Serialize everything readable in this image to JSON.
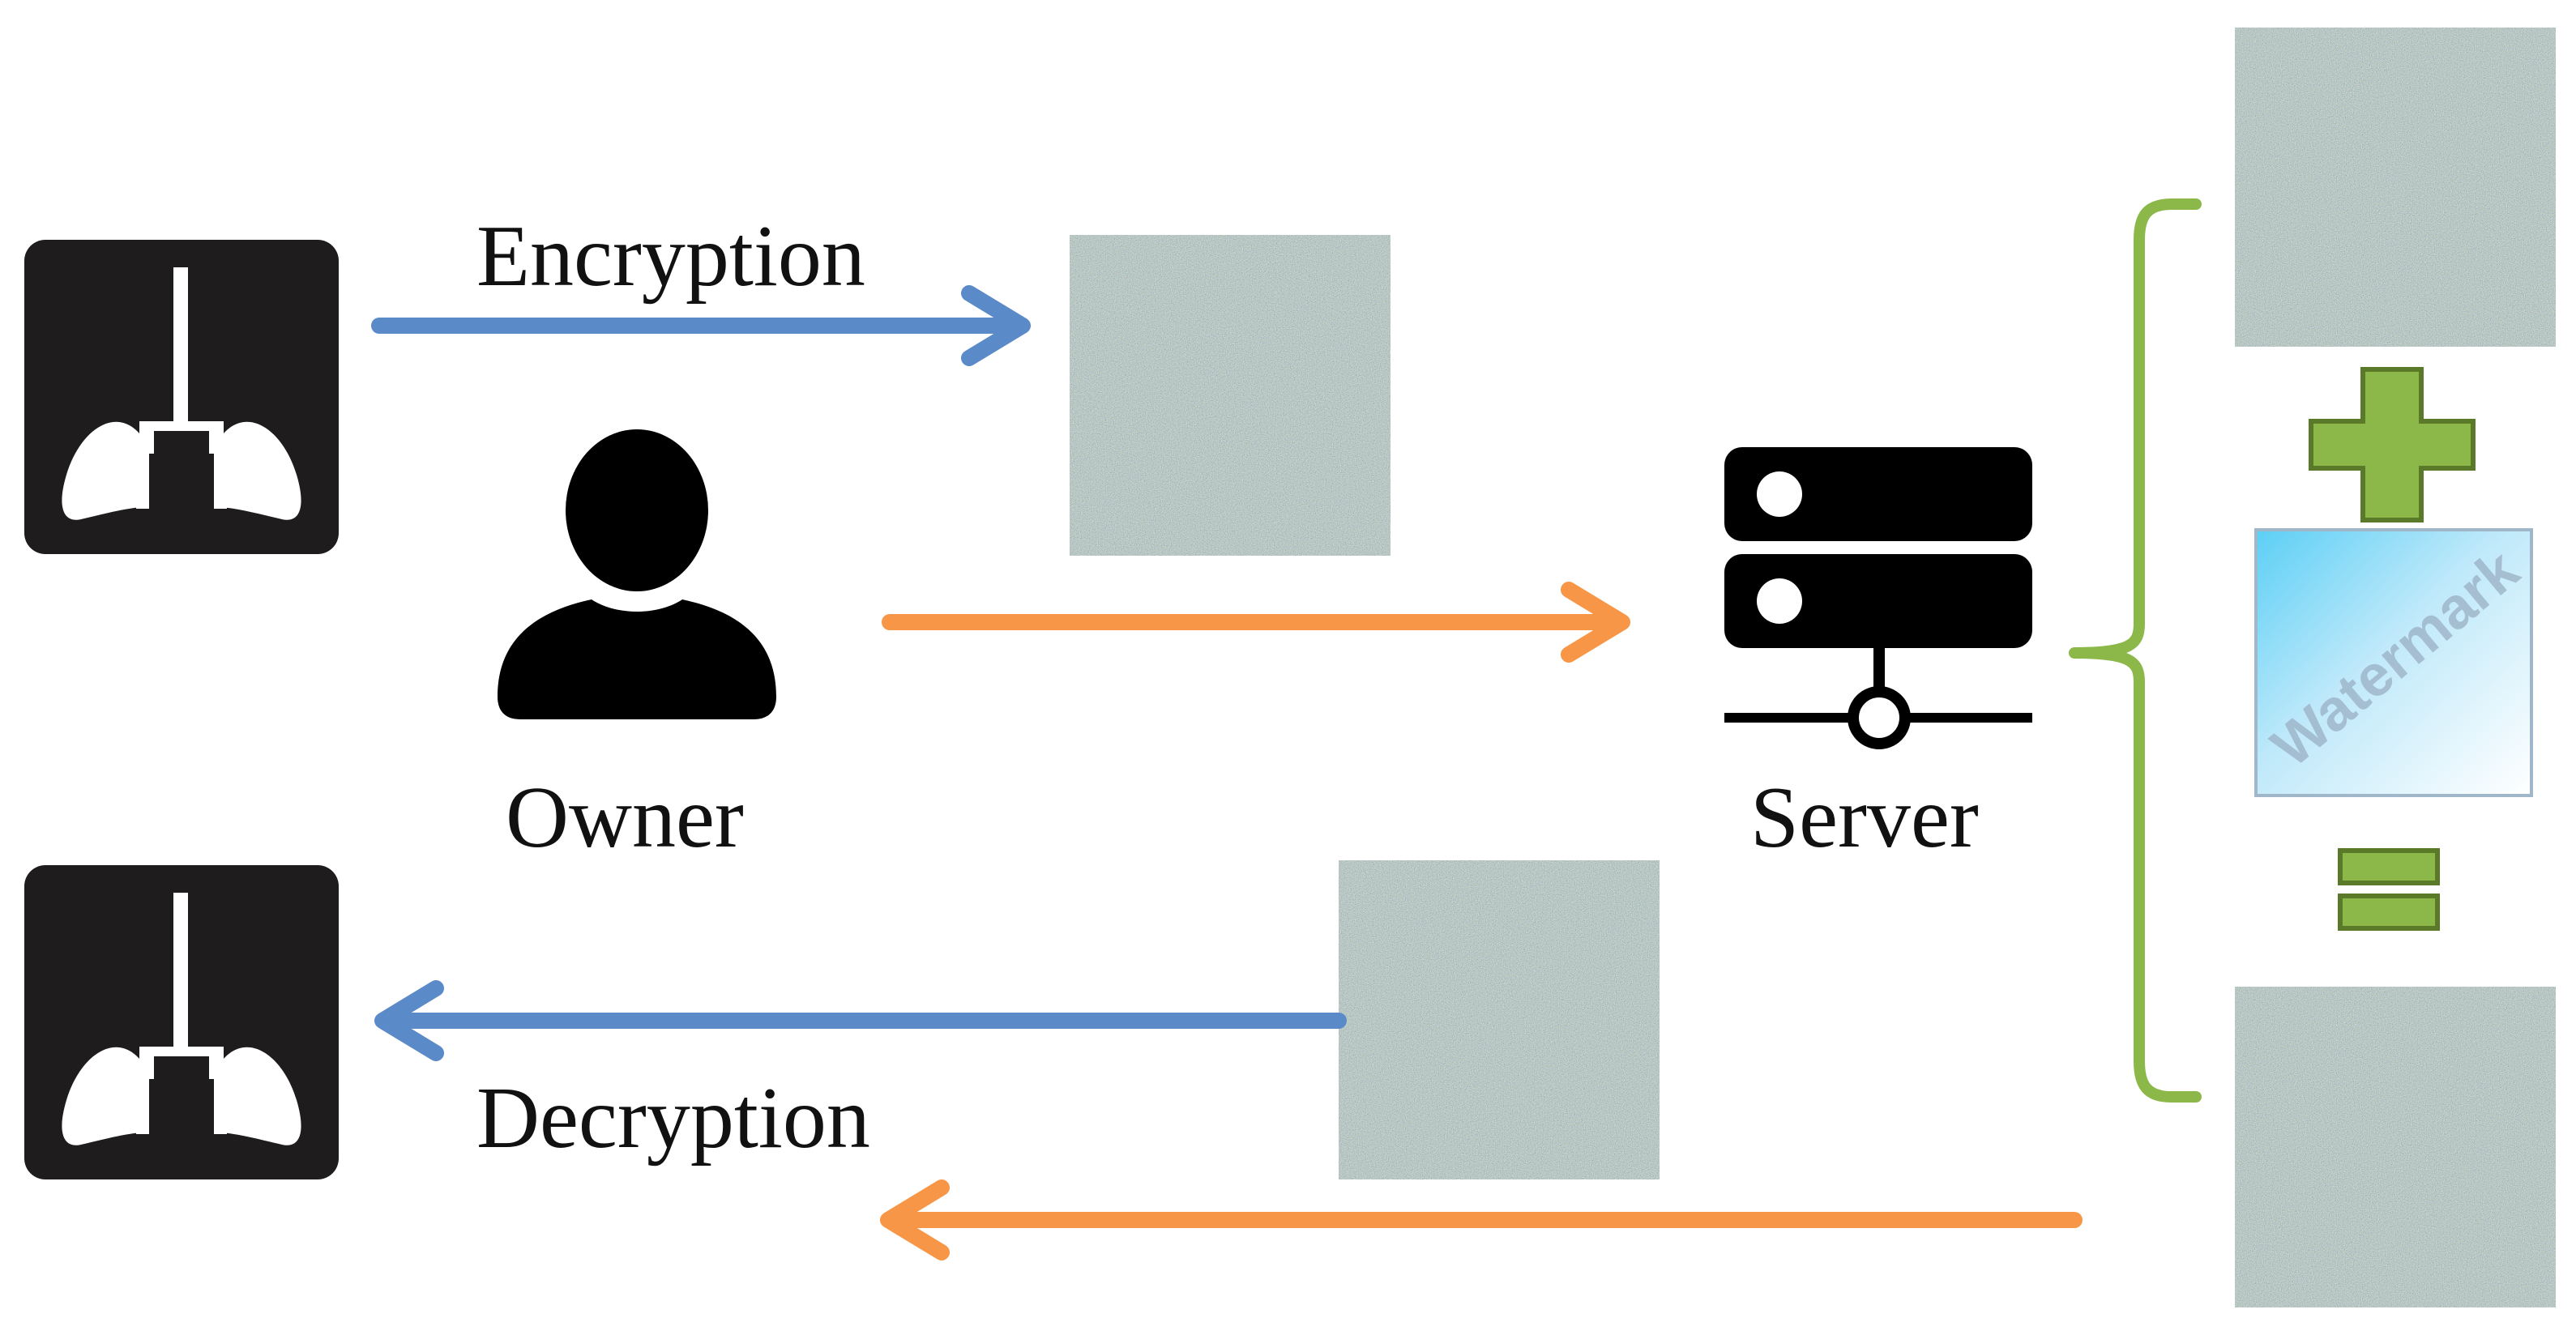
{
  "labels": {
    "encryption": "Encryption",
    "decryption": "Decryption",
    "owner": "Owner",
    "server": "Server",
    "watermark": "Watermark"
  },
  "icons": {
    "image_top": "lung-xray-icon",
    "image_bottom": "lung-xray-icon",
    "owner": "person-icon",
    "server": "server-icon",
    "plus": "plus-icon",
    "equals": "equals-icon"
  },
  "colors": {
    "blue_arrow": "#5b8ac8",
    "orange_arrow": "#f79646",
    "green": "#8cb84a",
    "green_dark": "#5a7a2a",
    "icon_dark": "#1e1c1c",
    "cipher": "#557a78"
  }
}
